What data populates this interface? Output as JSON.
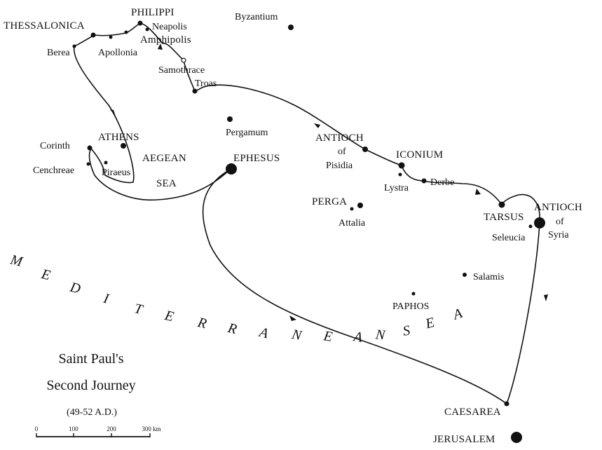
{
  "title_line1": "Saint Paul's",
  "title_line2": "Second Journey",
  "dates": "(49-52 A.D.)",
  "scale": {
    "ticks": [
      "0",
      "100",
      "200",
      "300 km"
    ]
  },
  "places": {
    "thessalonica": "THESSALONICA",
    "philippi": "PHILIPPI",
    "neapolis": "Neapolis",
    "amphipolis": "Amphipolis",
    "apollonia": "Apollonia",
    "berea": "Berea",
    "samothrace": "Samothrace",
    "troas": "Troas",
    "byzantium": "Byzantium",
    "pergamum": "Pergamum",
    "athens": "ATHENS",
    "corinth": "Corinth",
    "cenchreae": "Cenchreae",
    "piraeus": "Piraeus",
    "aegean1": "AEGEAN",
    "aegean2": "SEA",
    "ephesus": "EPHESUS",
    "antioch_pisidia1": "ANTIOCH",
    "antioch_pisidia2": "of",
    "antioch_pisidia3": "Pisidia",
    "iconium": "ICONIUM",
    "lystra": "Lystra",
    "derbe": "Derbe",
    "perga": "PERGA",
    "attalia": "Attalia",
    "tarsus": "TARSUS",
    "antioch_syria1": "ANTIOCH",
    "antioch_syria2": "of",
    "antioch_syria3": "Syria",
    "seleucia": "Seleucia",
    "salamis": "Salamis",
    "paphos": "PAPHOS",
    "caesarea": "CAESAREA",
    "jerusalem": "JERUSALEM"
  },
  "sea_letters": [
    "M",
    "E",
    "D",
    "I",
    "T",
    "E",
    "R",
    "R",
    "A",
    "N",
    "E",
    "A",
    "N",
    "S",
    "E",
    "A"
  ]
}
